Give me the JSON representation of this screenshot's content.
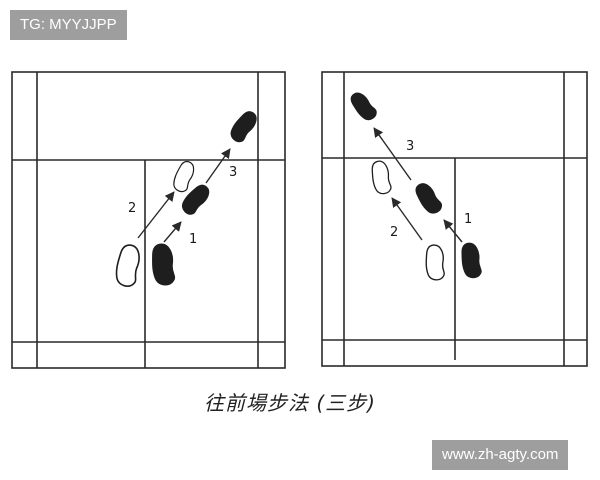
{
  "watermark": {
    "top_left": "TG: MYYJJPP",
    "bottom_right": "www.zh-agty.com"
  },
  "caption": "往前場步法 (三步)",
  "left_court": {
    "steps": [
      "1",
      "2",
      "3"
    ]
  },
  "right_court": {
    "steps": [
      "1",
      "2",
      "3"
    ]
  }
}
